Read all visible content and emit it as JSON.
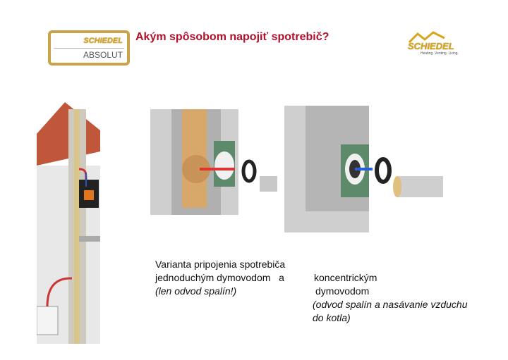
{
  "header": {
    "logo_left": {
      "brand": "SCHIEDEL",
      "product": "ABSOLUT"
    },
    "title": "Akým spôsobom napojiť spotrebič?",
    "logo_right": {
      "brand": "SCHIEDEL",
      "tagline": "Heating. Venting. Living."
    }
  },
  "caption_left": {
    "line1": "Varianta pripojenia spotrebiča",
    "line2": "jednoduchým dymovodom   a",
    "note": "(len odvod spalín!)"
  },
  "caption_right": {
    "line1": "koncentrickým",
    "line2": "dymovodom",
    "note1": "(odvod spalín a nasávanie vzduchu",
    "note2": "do kotla)"
  },
  "colors": {
    "title": "#b0102a",
    "gold": "#c9a24a"
  }
}
